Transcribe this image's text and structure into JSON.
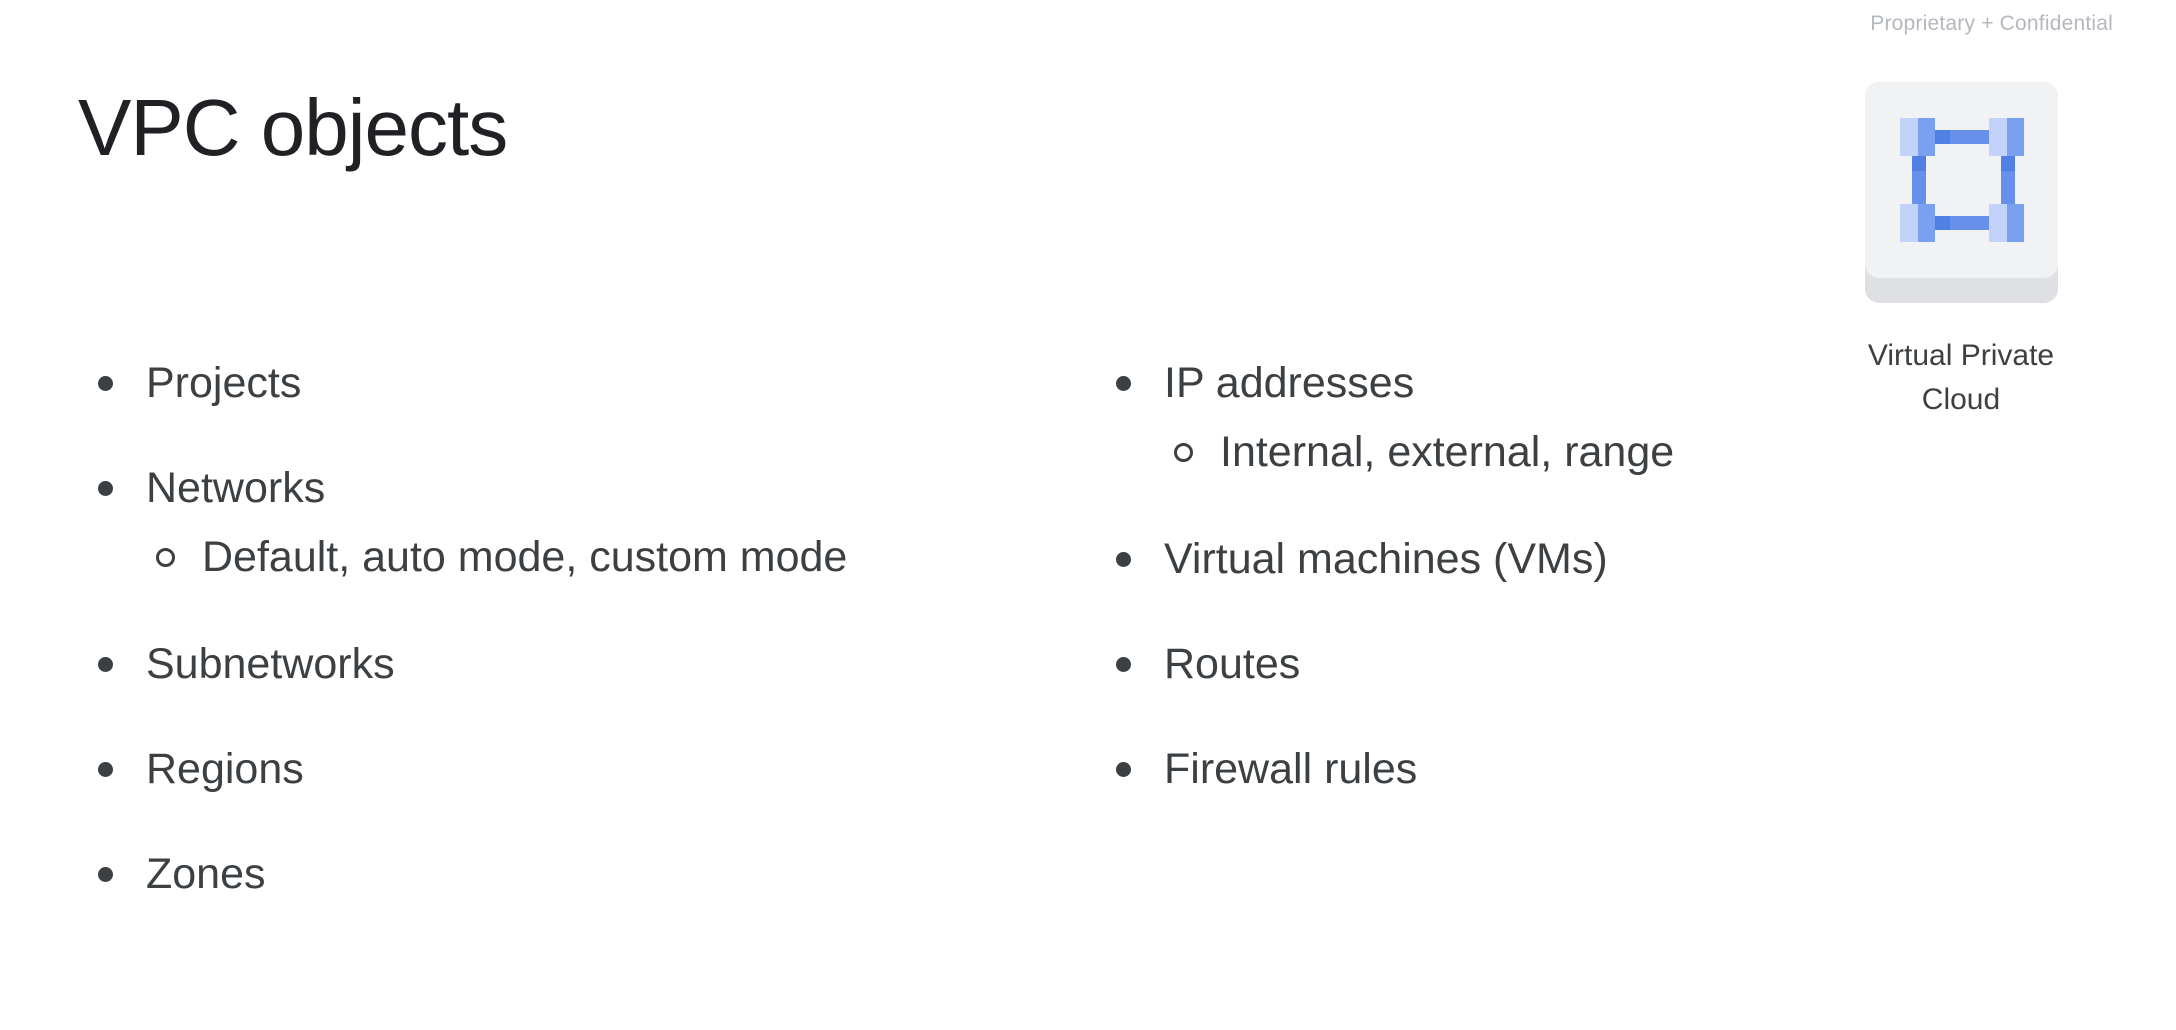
{
  "theme": {
    "bg": "#ffffff",
    "title-color": "#202124",
    "text-color": "#3c4043",
    "muted-color": "#b4b8be",
    "card-face": "#f0f2f4",
    "card-base": "#dee0e4",
    "icon-light": "#c2d2f8",
    "icon-mid": "#7aa0f0",
    "icon-bar": "#6690ec",
    "icon-dark": "#5080e4"
  },
  "header": {
    "confidential": "Proprietary + Confidential",
    "title": "VPC objects"
  },
  "lists": {
    "left": [
      {
        "label": "Projects"
      },
      {
        "label": "Networks",
        "sub": "Default, auto mode, custom mode"
      },
      {
        "label": "Subnetworks"
      },
      {
        "label": "Regions"
      },
      {
        "label": "Zones"
      }
    ],
    "right": [
      {
        "label": "IP addresses",
        "sub": "Internal, external, range"
      },
      {
        "label": "Virtual machines (VMs)"
      },
      {
        "label": "Routes"
      },
      {
        "label": "Firewall rules"
      }
    ]
  },
  "vpc_card": {
    "icon": "vpc-icon",
    "caption": "Virtual Private Cloud"
  }
}
